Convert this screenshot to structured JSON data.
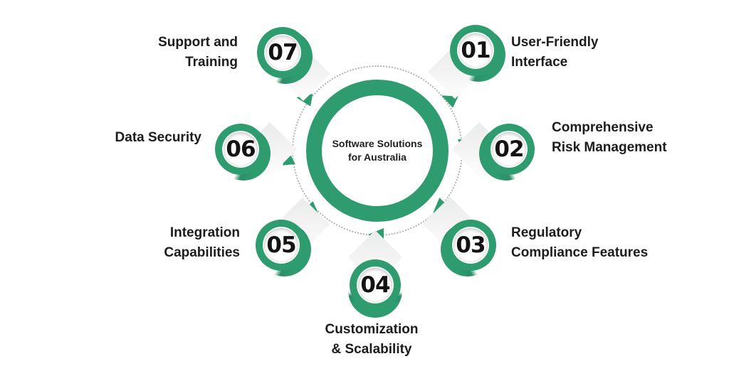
{
  "diagram_title": "Software Solutions for Australia",
  "center": {
    "line1": "Software Solutions",
    "line2": "for Australia"
  },
  "nodes": [
    {
      "number": "01",
      "label1": "User-Friendly",
      "label2": "Interface"
    },
    {
      "number": "02",
      "label1": "Comprehensive",
      "label2": "Risk Management"
    },
    {
      "number": "03",
      "label1": "Regulatory",
      "label2": "Compliance Features"
    },
    {
      "number": "04",
      "label1": "Customization",
      "label2": "& Scalability"
    },
    {
      "number": "05",
      "label1": "Integration",
      "label2": "Capabilities"
    },
    {
      "number": "06",
      "label1": "Data Security",
      "label2": ""
    },
    {
      "number": "07",
      "label1": "Support and",
      "label2": "Training"
    }
  ],
  "flow": {
    "direction": "clockwise",
    "arrow_count": 7
  },
  "colors": {
    "green": "#2E9C6F",
    "text": "#1C1C1C",
    "diamond": "#ECECEC",
    "dots": "#B3B3B3",
    "background": "#FFFFFF"
  }
}
